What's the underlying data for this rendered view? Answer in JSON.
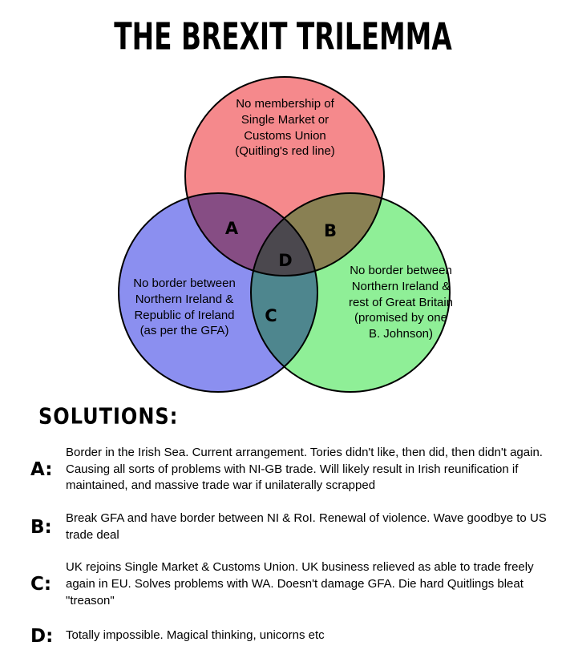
{
  "title": "THE BREXIT TRILEMMA",
  "venn": {
    "circles": [
      {
        "name": "no-single-market-customs-union",
        "color": "#f5898c",
        "lines": [
          "No membership of",
          "Single Market or",
          "Customs Union",
          "(Quitling's red line)"
        ]
      },
      {
        "name": "no-ni-roi-border",
        "color": "#8b8ff0",
        "lines": [
          "No border between",
          "Northern Ireland &",
          "Republic of Ireland",
          "(as per the GFA)"
        ]
      },
      {
        "name": "no-ni-gb-border",
        "color": "#8fef97",
        "lines": [
          "No border between",
          "Northern Ireland &",
          "rest of Great Britain",
          "(promised by one",
          "B. Johnson)"
        ]
      }
    ],
    "regions": {
      "A": "A",
      "B": "B",
      "C": "C",
      "D": "D"
    }
  },
  "solutions": {
    "heading": "SOLUTIONS:",
    "items": [
      {
        "key": "A:",
        "text": "Border in the Irish Sea. Current arrangement. Tories didn't like, then did, then didn't again. Causing all sorts of problems with NI-GB trade. Will likely result in Irish reunification if maintained, and massive trade war if unilaterally scrapped"
      },
      {
        "key": "B:",
        "text": "Break GFA and have border between NI & RoI. Renewal of violence. Wave goodbye to US trade deal"
      },
      {
        "key": "C:",
        "text": "UK rejoins Single Market & Customs Union. UK business relieved as able to trade freely again in EU. Solves problems with WA. Doesn't damage GFA. Die hard Quitlings bleat \"treason\""
      },
      {
        "key": "D:",
        "text": "Totally impossible. Magical thinking, unicorns etc"
      }
    ]
  }
}
